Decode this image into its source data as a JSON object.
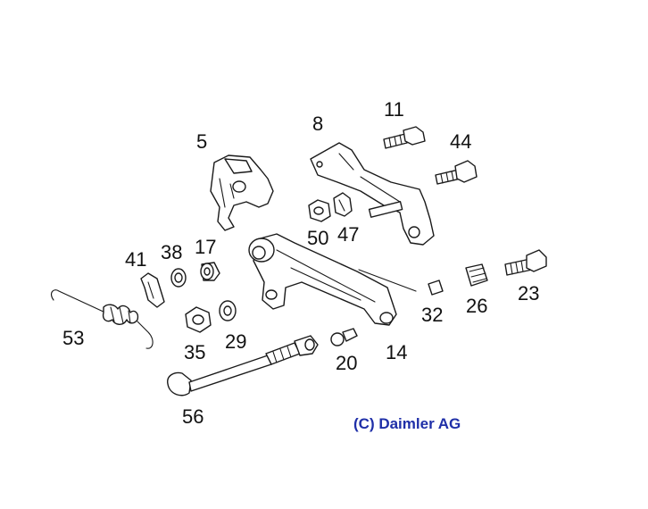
{
  "copyright": "(C) Daimler AG",
  "colors": {
    "copyright_text": "#1f2fa8",
    "line": "#1a1a1a",
    "background": "#ffffff"
  },
  "callouts": {
    "c5": "5",
    "c8": "8",
    "c11": "11",
    "c44": "44",
    "c50": "50",
    "c47": "47",
    "c41": "41",
    "c38": "38",
    "c17": "17",
    "c53": "53",
    "c35": "35",
    "c29": "29",
    "c20": "20",
    "c14": "14",
    "c32": "32",
    "c26": "26",
    "c23": "23",
    "c56": "56"
  }
}
